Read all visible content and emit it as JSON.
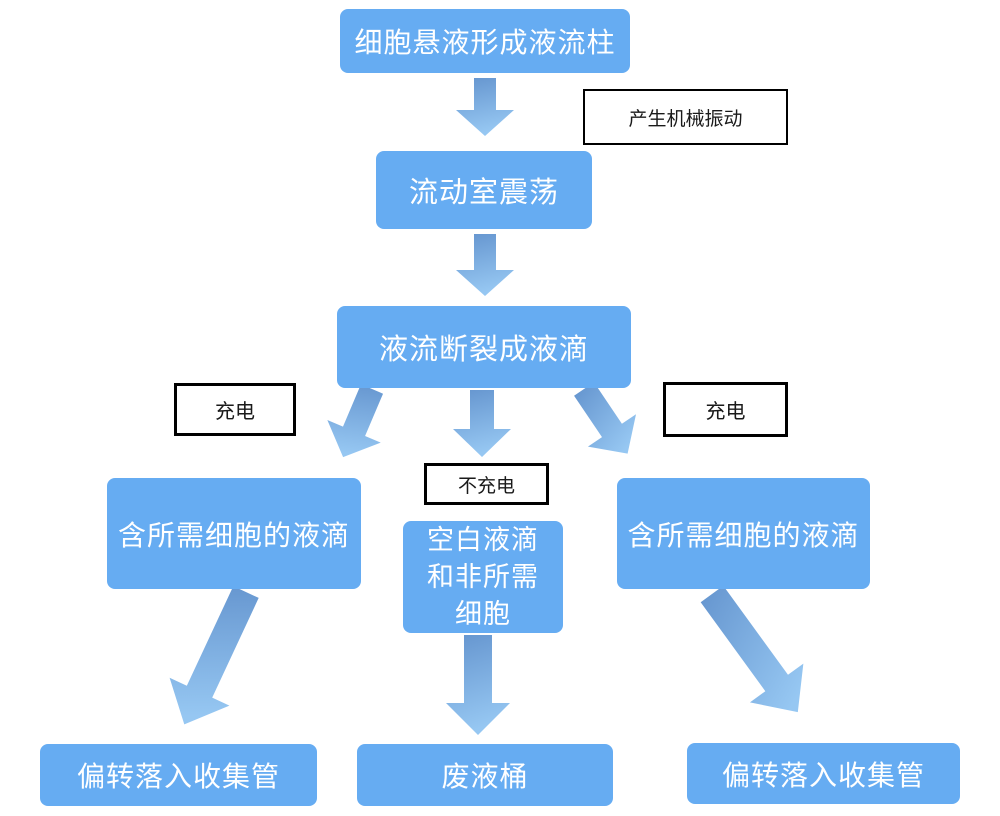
{
  "nodes": {
    "cell_suspension": {
      "label": "细胞悬液形成液流柱"
    },
    "flow_chamber": {
      "label": "流动室震荡"
    },
    "stream_breaks": {
      "label": "液流断裂成液滴"
    },
    "desired_left": {
      "label": "含所需细胞的液滴"
    },
    "blank_center": {
      "label": "空白液滴和非所需细胞",
      "lines": [
        "空白液滴",
        "和非所需",
        "细胞"
      ]
    },
    "desired_right": {
      "label": "含所需细胞的液滴"
    },
    "collect_left": {
      "label": "偏转落入收集管"
    },
    "waste": {
      "label": "废液桶"
    },
    "collect_right": {
      "label": "偏转落入收集管"
    }
  },
  "annotations": {
    "mechanical_vibration": {
      "label": "产生机械振动"
    },
    "charge_left": {
      "label": "充电"
    },
    "no_charge": {
      "label": "不充电"
    },
    "charge_right": {
      "label": "充电"
    }
  },
  "edges": [
    {
      "from": "cell_suspension",
      "to": "flow_chamber",
      "label": "产生机械振动"
    },
    {
      "from": "flow_chamber",
      "to": "stream_breaks"
    },
    {
      "from": "stream_breaks",
      "to": "desired_left",
      "label": "充电"
    },
    {
      "from": "stream_breaks",
      "to": "blank_center",
      "label": "不充电"
    },
    {
      "from": "stream_breaks",
      "to": "desired_right",
      "label": "充电"
    },
    {
      "from": "desired_left",
      "to": "collect_left"
    },
    {
      "from": "blank_center",
      "to": "waste"
    },
    {
      "from": "desired_right",
      "to": "collect_right"
    }
  ],
  "colors": {
    "node_fill": "#66acf2",
    "node_text": "#ffffff",
    "arrow_gradient_start": "#6494ce",
    "arrow_gradient_end": "#96c7f2",
    "annotation_border": "#000000",
    "annotation_text": "#1a1a1a",
    "background": "#ffffff"
  }
}
